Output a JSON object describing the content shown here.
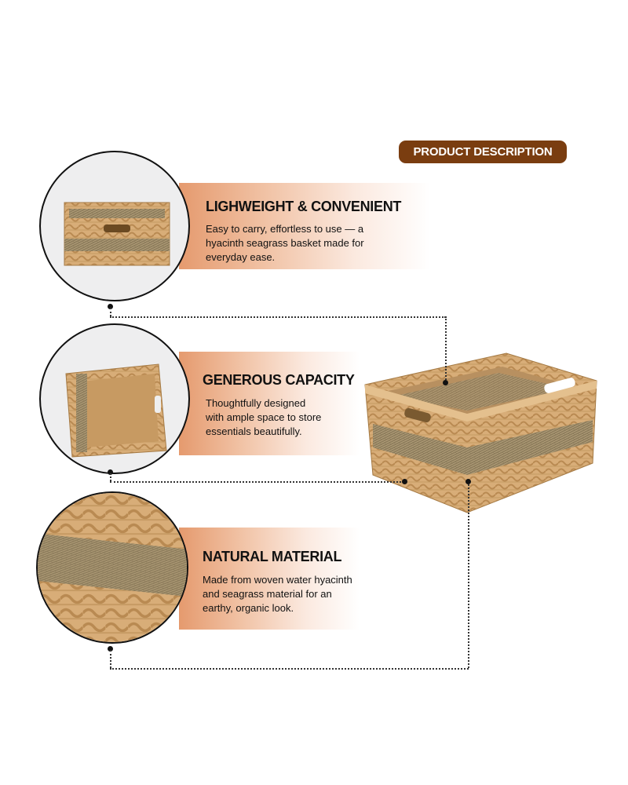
{
  "badge": {
    "label": "PRODUCT DESCRIPTION",
    "color": "#7a3d10"
  },
  "features": [
    {
      "title": "LIGHWEIGHT & CONVENIENT",
      "lines": [
        "Easy to carry, effortless to use — a",
        "hyacinth seagrass basket made for",
        "everyday ease."
      ]
    },
    {
      "title": "GENEROUS CAPACITY",
      "lines": [
        "Thoughtfully designed",
        "with ample space to store",
        "essentials beautifully."
      ]
    },
    {
      "title": "NATURAL MATERIAL",
      "lines": [
        "Made from woven water hyacinth",
        "and seagrass material for an",
        "earthy, organic look."
      ]
    }
  ],
  "colors": {
    "band": "#e59a6e",
    "straw": "#d9b07a",
    "seagrass": "#8a7a5a"
  }
}
